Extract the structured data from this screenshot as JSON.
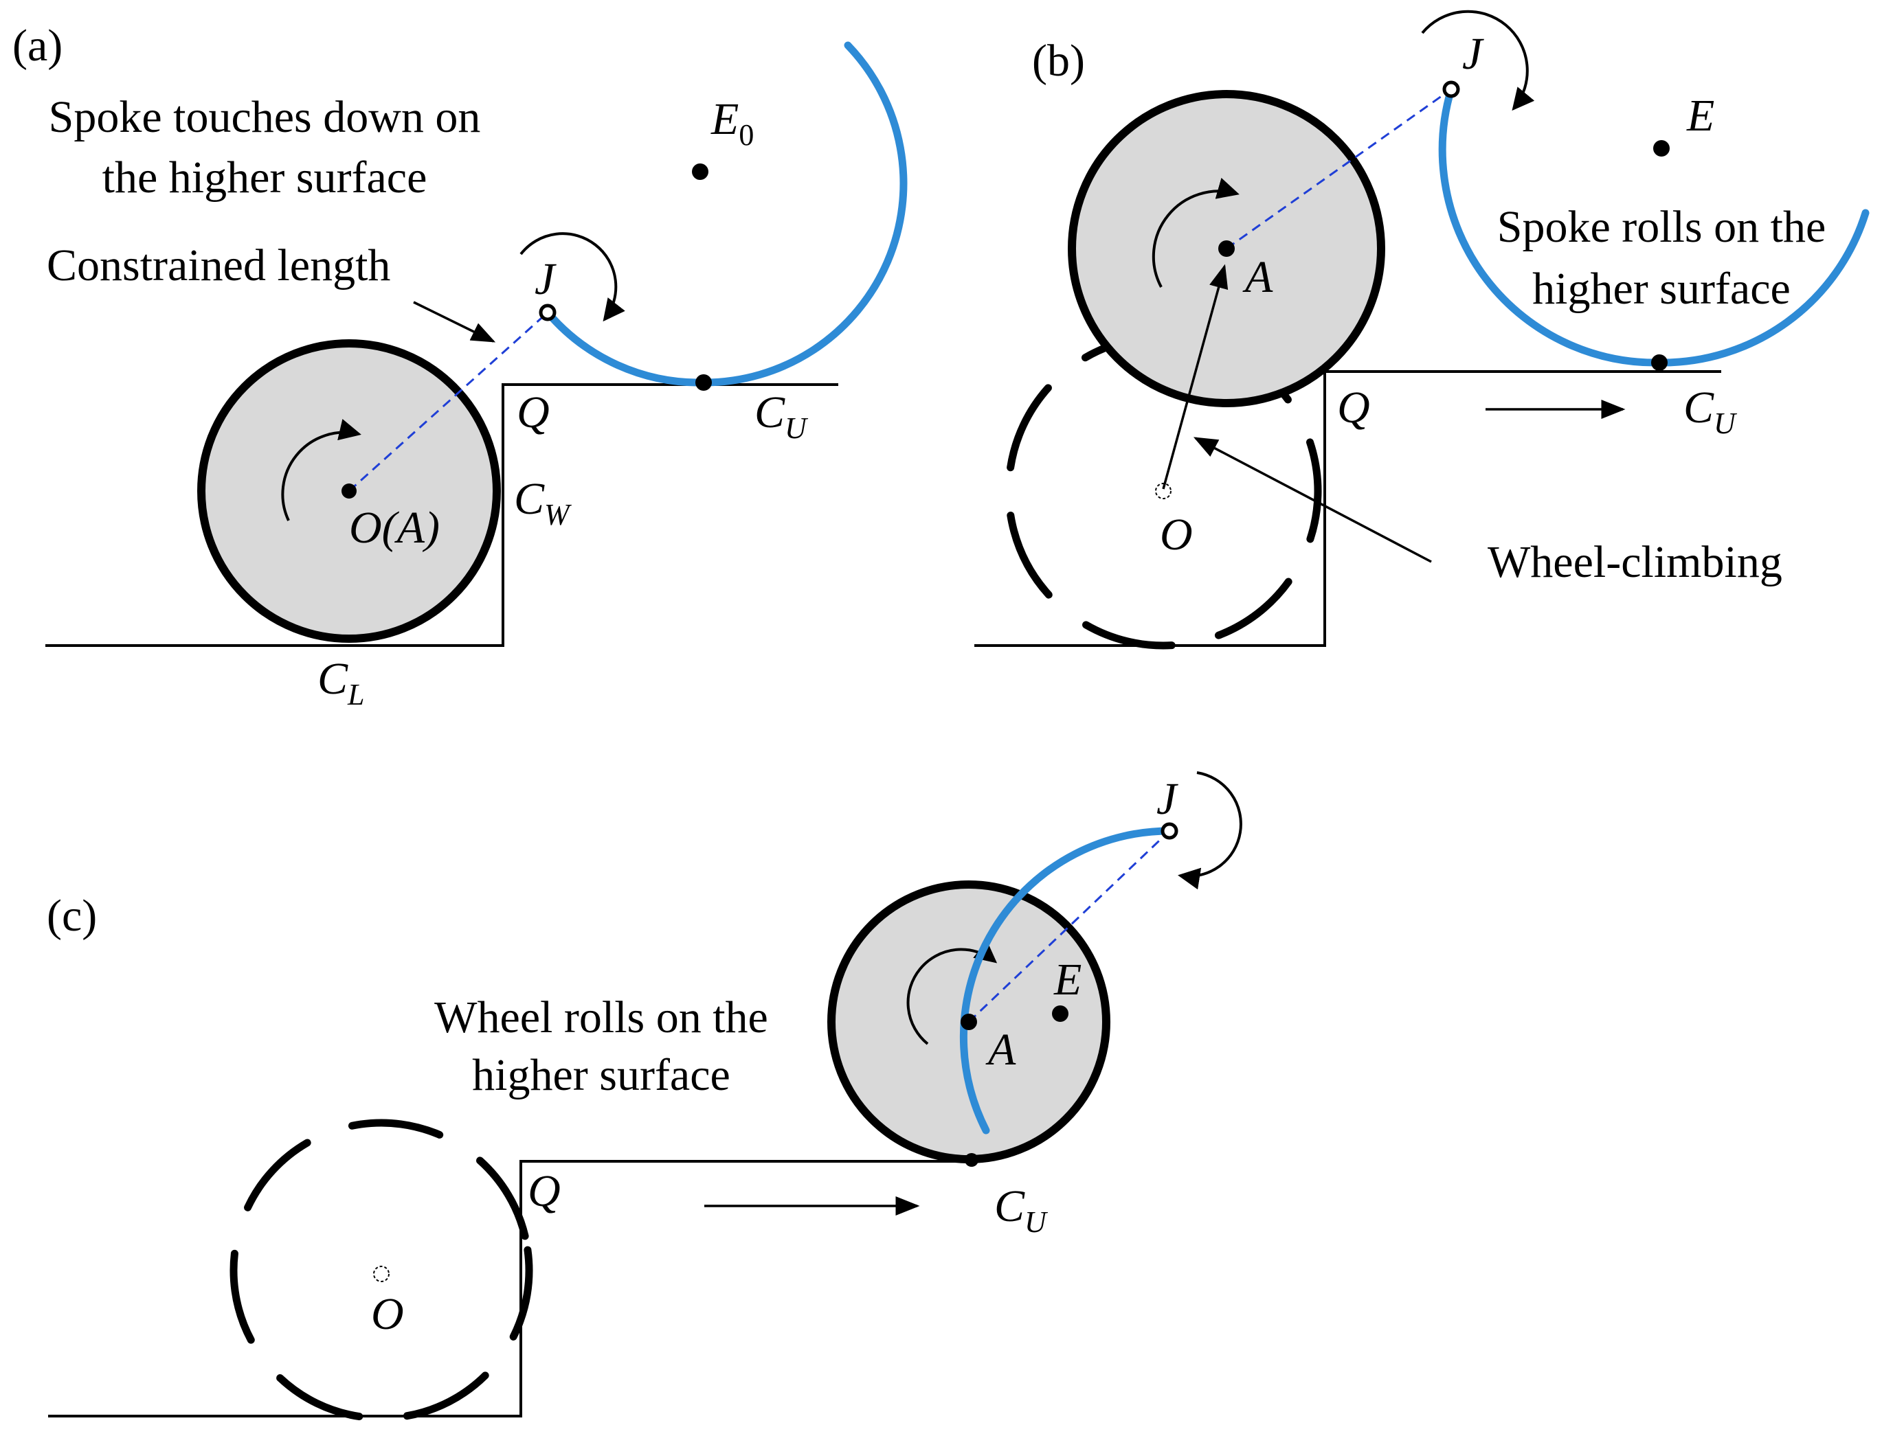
{
  "colors": {
    "spoke": "#2e8bd6",
    "spoke_line": "#1f3fd6",
    "wheel_fill": "#d9d9d9",
    "outline": "#000000"
  },
  "panel_a": {
    "label": "(a)",
    "caption_line1": "Spoke touches down on",
    "caption_line2": "the higher surface",
    "constrained_label": "Constrained length",
    "J": "J",
    "E": "E",
    "E_sub": "0",
    "Q": "Q",
    "C_U": "C",
    "C_U_sub": "U",
    "C_W": "C",
    "C_W_sub": "W",
    "C_L": "C",
    "C_L_sub": "L",
    "center": "O(A)"
  },
  "panel_b": {
    "label": "(b)",
    "J": "J",
    "E": "E",
    "caption_line1": "Spoke rolls on the",
    "caption_line2": "higher surface",
    "A": "A",
    "Q": "Q",
    "C_U": "C",
    "C_U_sub": "U",
    "O": "O",
    "climb_label": "Wheel-climbing"
  },
  "panel_c": {
    "label": "(c)",
    "J": "J",
    "E": "E",
    "A": "A",
    "caption_line1": "Wheel rolls on the",
    "caption_line2": "higher surface",
    "Q": "Q",
    "C_U": "C",
    "C_U_sub": "U",
    "O": "O"
  }
}
